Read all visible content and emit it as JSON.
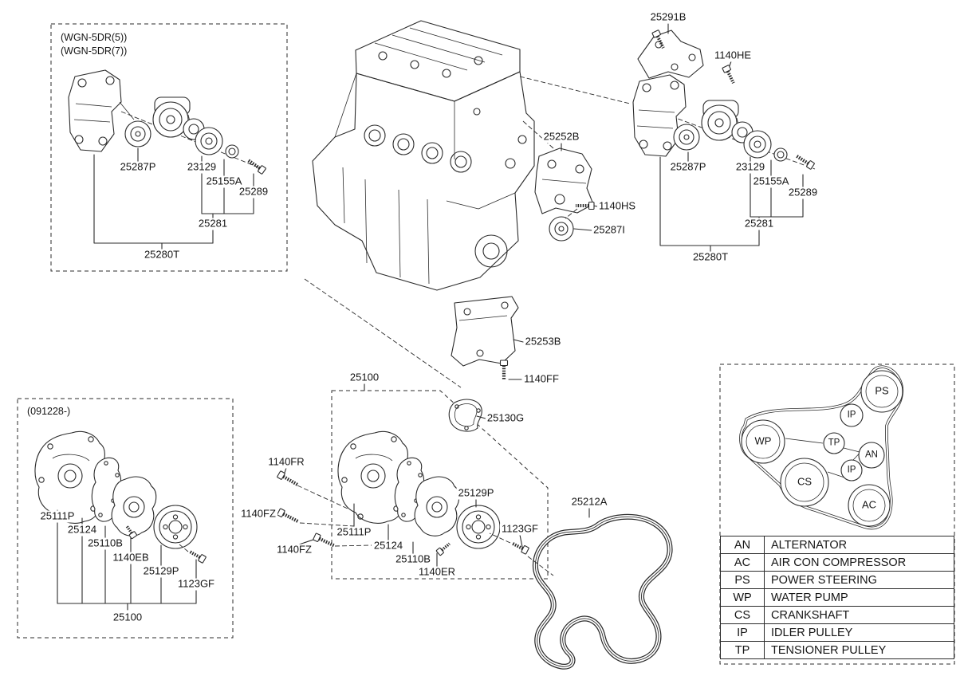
{
  "wgn_box": {
    "variant_1": "(WGN-5DR(5))",
    "variant_2": "(WGN-5DR(7))",
    "tensioner_pulley": "25287P",
    "idler_bearing": "23129",
    "washer": "25155A",
    "bolt": "25289",
    "tensioner_sub_assy": "25281",
    "tensioner_assy": "25280T"
  },
  "right_assy": {
    "bracket_bolt": "25291B",
    "bolt_he": "1140HE",
    "support_bracket": "25252B",
    "bolt_hs": "1140HS",
    "idler_pulley": "25287I",
    "tensioner_pulley": "25287P",
    "idler_bearing": "23129",
    "washer": "25155A",
    "bolt": "25289",
    "tensioner_sub_assy": "25281",
    "tensioner_assy": "25280T"
  },
  "center": {
    "bracket": "25253B",
    "bolt_ff": "1140FF",
    "water_pump_assy": "25100",
    "gasket_g": "25130G"
  },
  "pump_box": {
    "bolt_fr": "1140FR",
    "bolt_fz_a": "1140FZ",
    "bolt_fz_b": "1140FZ",
    "pump_body": "25111P",
    "gasket": "25124",
    "pump_cover": "25110B",
    "bolt_er": "1140ER",
    "pulley": "25129P",
    "bolt_gf": "1123GF"
  },
  "early_box": {
    "date_note": "(091228-)",
    "pump_body": "25111P",
    "gasket": "25124",
    "pump_cover": "25110B",
    "bolt_eb": "1140EB",
    "pulley": "25129P",
    "bolt_gf": "1123GF",
    "assy": "25100"
  },
  "belt": {
    "part": "25212A"
  },
  "routing": {
    "ps": "PS",
    "ip_top": "IP",
    "wp": "WP",
    "tp": "TP",
    "an": "AN",
    "ip_bottom": "IP",
    "cs": "CS",
    "ac": "AC"
  },
  "legend": {
    "rows": [
      {
        "code": "AN",
        "name": "ALTERNATOR"
      },
      {
        "code": "AC",
        "name": "AIR CON COMPRESSOR"
      },
      {
        "code": "PS",
        "name": "POWER STEERING"
      },
      {
        "code": "WP",
        "name": "WATER PUMP"
      },
      {
        "code": "CS",
        "name": "CRANKSHAFT"
      },
      {
        "code": "IP",
        "name": "IDLER PULLEY"
      },
      {
        "code": "TP",
        "name": "TENSIONER PULLEY"
      }
    ]
  }
}
